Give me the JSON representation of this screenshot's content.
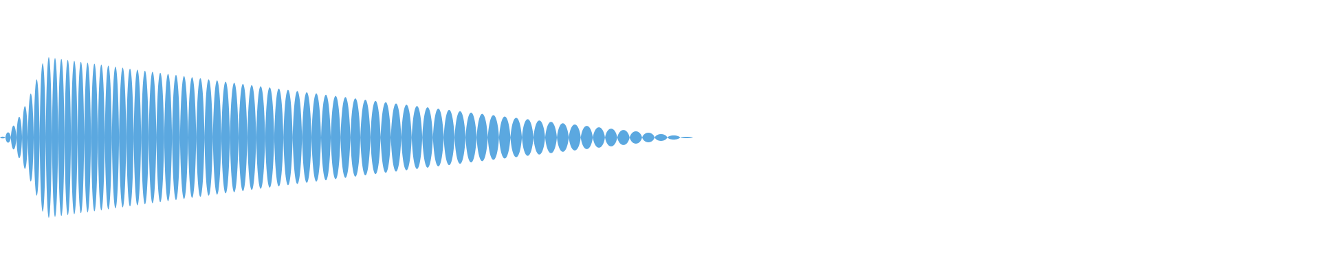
{
  "waveform": {
    "color": "#5BA8E0",
    "lobe_count": 76,
    "visible_extent_fraction": 0.525,
    "envelope": {
      "attack_peak_fraction": 0.065,
      "peak_amplitude": 0.98,
      "decay_shape": "linear-to-silence"
    }
  }
}
